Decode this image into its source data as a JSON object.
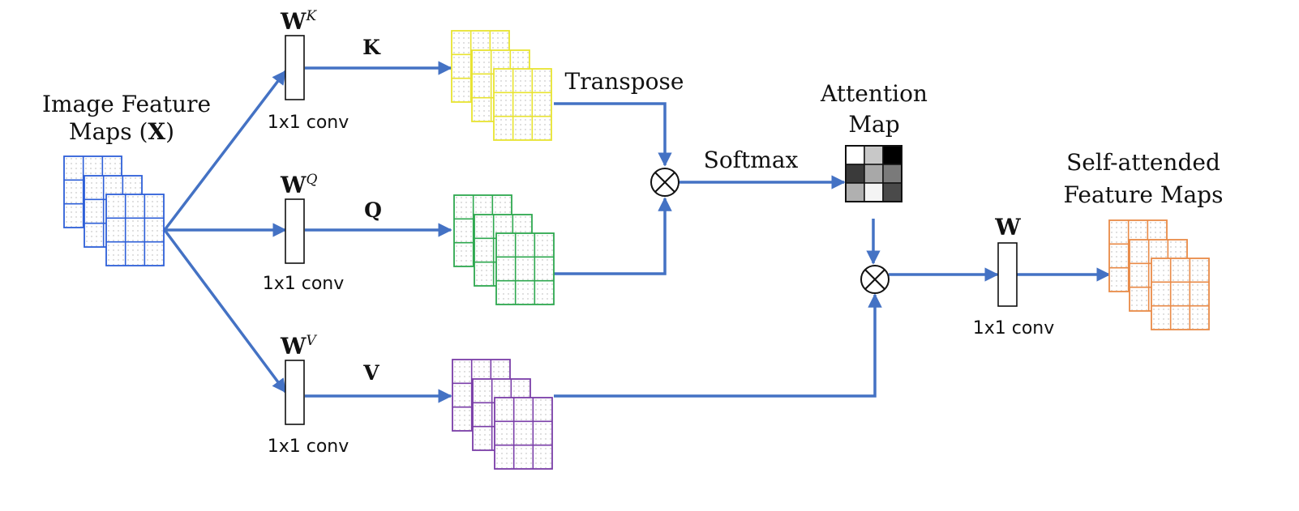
{
  "colors": {
    "arrow": "#4472C4",
    "input_maps": "#2E5FD8",
    "key_maps": "#E8E330",
    "query_maps": "#2EA84F",
    "value_maps": "#7A3EA8",
    "output_maps": "#E98A47"
  },
  "input": {
    "label_line1": "Image Feature",
    "label_line2_pre": "Maps (",
    "label_line2_var": "X",
    "label_line2_post": ")"
  },
  "key_branch": {
    "weight": "W",
    "weight_sup": "K",
    "conv": "1x1 conv",
    "output": "K",
    "op_label": "Transpose"
  },
  "query_branch": {
    "weight": "W",
    "weight_sup": "Q",
    "conv": "1x1 conv",
    "output": "Q"
  },
  "value_branch": {
    "weight": "W",
    "weight_sup": "V",
    "conv": "1x1 conv",
    "output": "V"
  },
  "softmax_label": "Softmax",
  "attention": {
    "label_line1": "Attention",
    "label_line2": "Map",
    "cells": [
      "#ffffff",
      "#c8c8c8",
      "#000000",
      "#3a3a3a",
      "#a8a8a8",
      "#7a7a7a",
      "#b0b0b0",
      "#f4f4f4",
      "#4a4a4a"
    ]
  },
  "multiply_symbol": "⊗",
  "output": {
    "weight": "W",
    "conv": "1x1 conv",
    "label_line1": "Self-attended",
    "label_line2": "Feature Maps"
  }
}
